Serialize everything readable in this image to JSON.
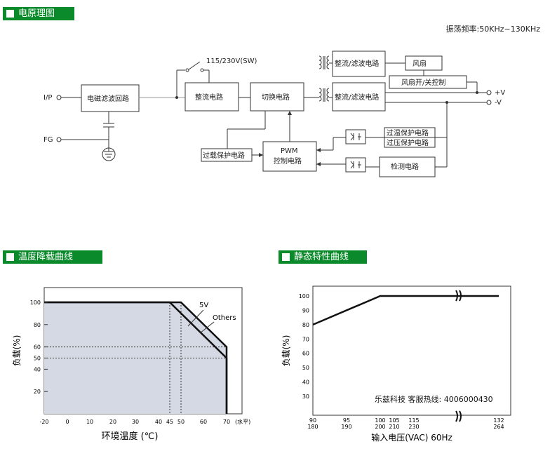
{
  "sections": {
    "circuit": "电原理图",
    "derating": "温度降载曲线",
    "static": "静态特性曲线"
  },
  "circuit": {
    "freq_note": "振荡频率:50KHz~130KHz",
    "ip": "I/P",
    "fg": "FG",
    "emi": "电磁滤波回路",
    "switch": "115/230V(SW)",
    "rect": "整流电路",
    "conv": "切换电路",
    "rect_filter_1": "整流/滤波电路",
    "rect_filter_2": "整流/滤波电路",
    "fan": "风扇",
    "fan_ctrl": "风扇开/关控制",
    "plus_v": "+V",
    "minus_v": "-V",
    "overload": "过载保护电路",
    "pwm_1": "PWM",
    "pwm_2": "控制电路",
    "ot": "过温保护电路",
    "ov": "过压保护电路",
    "detect": "检测电路"
  },
  "chart_data": [
    {
      "type": "line",
      "xlabel": "环境温度 (℃)",
      "xunit": "(水平)",
      "ylabel": "负载(%)",
      "xlim": [
        -20,
        70
      ],
      "ylim": [
        0,
        100
      ],
      "xticks": [
        "-20",
        "0",
        "10",
        "20",
        "30",
        "40",
        "45",
        "50",
        "60",
        "70"
      ],
      "yticks": [
        "100",
        "80",
        "60",
        "50",
        "40",
        "20"
      ],
      "series": [
        {
          "name": "5V",
          "x": [
            -20,
            50,
            70,
            70
          ],
          "y": [
            100,
            100,
            60,
            0
          ]
        },
        {
          "name": "Others",
          "x": [
            -20,
            45,
            70,
            70
          ],
          "y": [
            100,
            100,
            50,
            0
          ]
        }
      ],
      "shaded": true
    },
    {
      "type": "line",
      "xlabel": "输入电压(VAC) 60Hz",
      "ylabel": "负载(%)",
      "ylim": [
        30,
        100
      ],
      "xticks_top": [
        "90",
        "95",
        "100",
        "105",
        "115",
        "132"
      ],
      "xticks_bottom": [
        "180",
        "190",
        "200",
        "210",
        "230",
        "264"
      ],
      "yticks": [
        "100",
        "90",
        "80",
        "70",
        "60",
        "50",
        "40",
        "30"
      ],
      "series": [
        {
          "x": [
            90,
            100,
            132
          ],
          "y": [
            80,
            100,
            100
          ]
        }
      ],
      "watermark": "乐兹科技 客服热线: 4006000430"
    }
  ]
}
